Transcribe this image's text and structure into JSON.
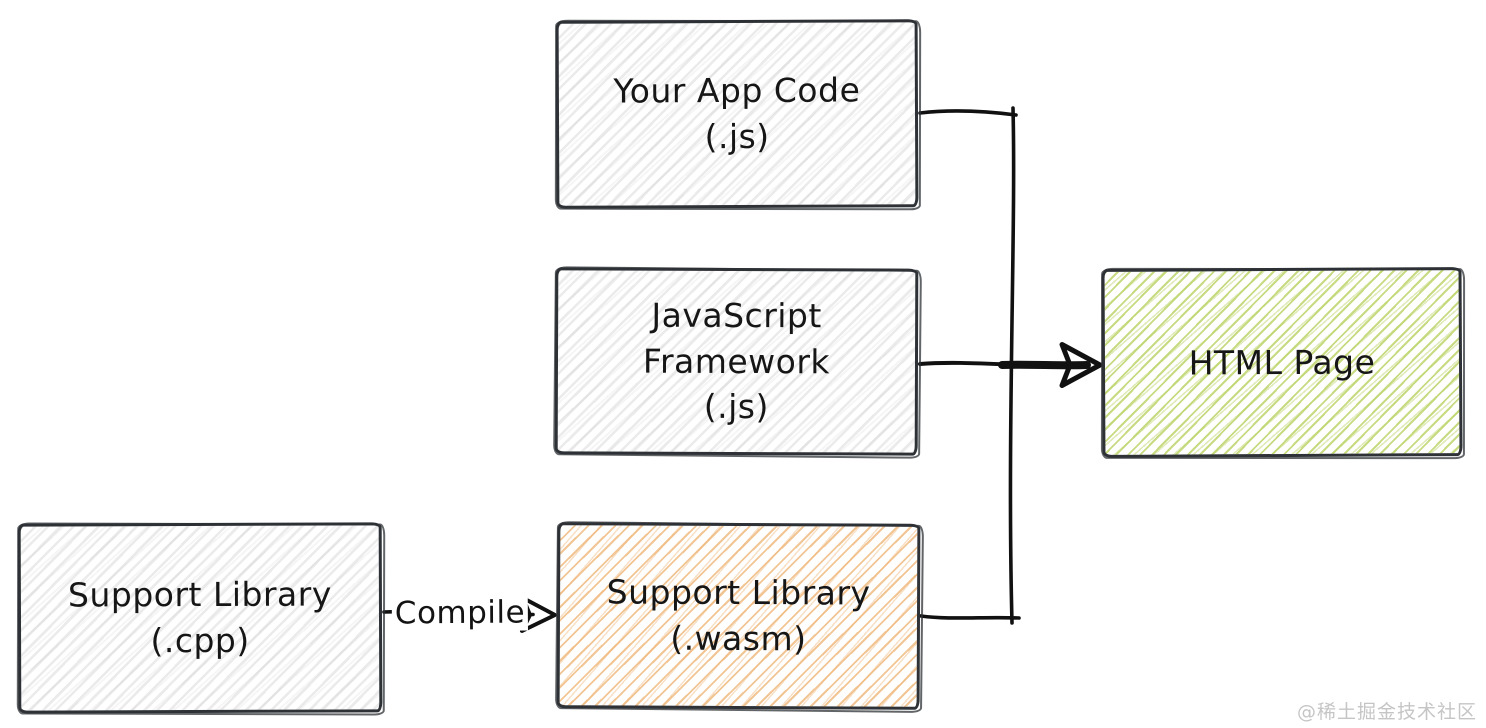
{
  "diagram": {
    "boxes": {
      "your_app_code": {
        "lines": [
          "Your App Code",
          "(.js)"
        ],
        "fill": "gray-hatch"
      },
      "javascript_framework": {
        "lines": [
          "JavaScript",
          "Framework",
          "(.js)"
        ],
        "fill": "gray-hatch"
      },
      "support_library_cpp": {
        "lines": [
          "Support Library",
          "(.cpp)"
        ],
        "fill": "gray-hatch"
      },
      "support_library_wasm": {
        "lines": [
          "Support Library",
          "(.wasm)"
        ],
        "fill": "orange-hatch"
      },
      "html_page": {
        "lines": [
          "HTML Page"
        ],
        "fill": "green-hatch"
      }
    },
    "labels": {
      "compile": "Compile"
    },
    "colors": {
      "background": "#ffffff",
      "box_border": "#2e3236",
      "connector_stroke": "#111111",
      "text": "#161616",
      "gray_hatch": "#e6e6e6",
      "orange_hatch": "#eeb270",
      "green_hatch": "#bad264",
      "watermark": "#c5c5c5"
    },
    "watermark": "@稀土掘金技术社区"
  }
}
